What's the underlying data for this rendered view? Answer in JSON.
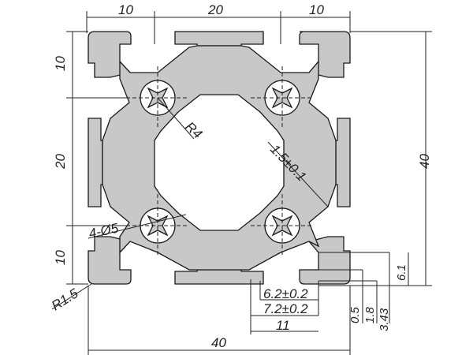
{
  "colors": {
    "profile_fill": "#c8c8c8",
    "line": "#1a1a1a",
    "background": "#ffffff"
  },
  "dimensions": {
    "top_left": "10",
    "top_mid": "20",
    "top_right": "10",
    "left_top": "10",
    "left_mid": "20",
    "left_bottom": "10",
    "right_total": "40",
    "bottom_total": "40",
    "radius_large": "R4",
    "radius_corner": "R1.5",
    "holes": "4-Ø5",
    "wall": "1.5±0.1",
    "slot_a": "6.2±0.2",
    "slot_b": "7.2±0.2",
    "slot_c": "11",
    "depth_a": "0.5",
    "depth_b": "1.8",
    "depth_c": "3.43",
    "depth_d": "6.1"
  }
}
